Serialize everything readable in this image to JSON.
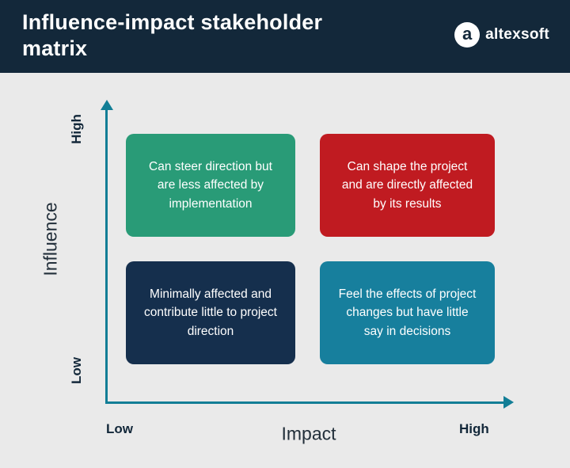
{
  "header": {
    "title": "Influence-impact stakeholder matrix",
    "bg_color": "#13283a",
    "logo": {
      "icon_letter": "a",
      "text": "altexsoft"
    }
  },
  "canvas": {
    "bg_color": "#eaeaea"
  },
  "axes": {
    "color": "#127e96",
    "y": {
      "label": "Influence",
      "top_label": "High",
      "bottom_label": "Low"
    },
    "x": {
      "label": "Impact",
      "left_label": "Low",
      "right_label": "High"
    }
  },
  "quadrants": {
    "top_left": {
      "text": "Can steer direction but are less affected by implementation",
      "color": "#299b77"
    },
    "top_right": {
      "text": "Can shape the project and are directly affected by its results",
      "color": "#c01b21"
    },
    "bottom_left": {
      "text": "Minimally affected and contribute little to project direction",
      "color": "#152f4d"
    },
    "bottom_right": {
      "text": "Feel the effects of project changes but have little say in decisions",
      "color": "#177f9d"
    }
  }
}
